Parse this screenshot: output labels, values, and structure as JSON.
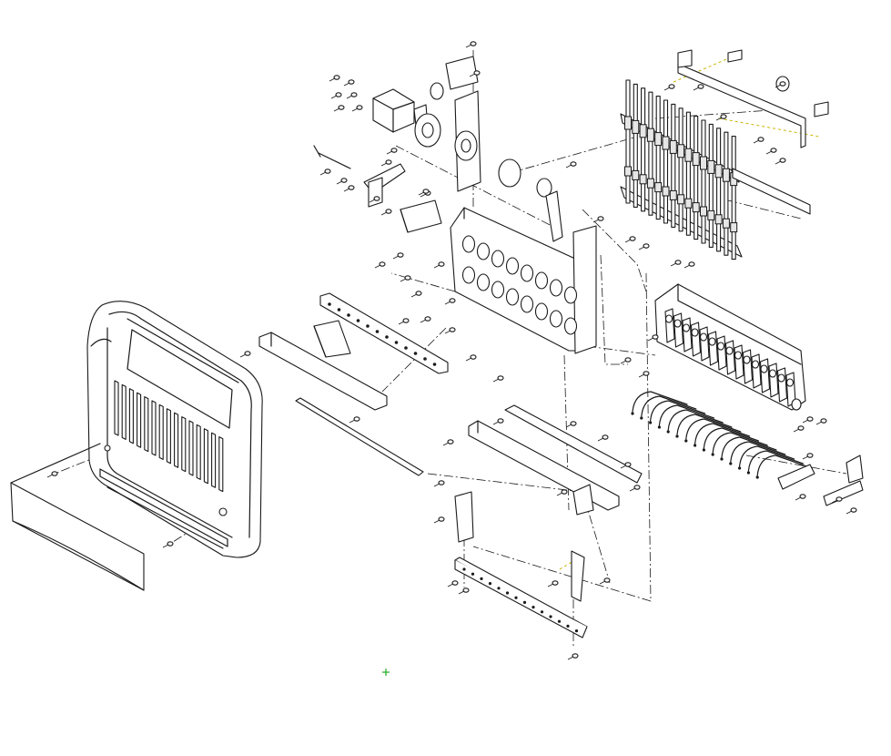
{
  "diagram": {
    "type": "exploded-parts-drawing",
    "colors": {
      "line": "#1a1a1a",
      "marker": "#22aa22",
      "leader_alt": "#c9b400",
      "background": "#ffffff"
    },
    "parts": [
      {
        "id": "front-cover"
      },
      {
        "id": "cover-bottom-panel"
      },
      {
        "id": "stepper-motor"
      },
      {
        "id": "motor-bracket"
      },
      {
        "id": "main-frame-plate"
      },
      {
        "id": "needle-bar-assembly"
      },
      {
        "id": "top-rail-bracket"
      },
      {
        "id": "thread-guide-rail"
      },
      {
        "id": "lower-guide-rail"
      },
      {
        "id": "presser-foot-assembly"
      },
      {
        "id": "thread-tension-unit"
      },
      {
        "id": "thread-clamp-rod"
      },
      {
        "id": "front-guide-plate"
      },
      {
        "id": "bottom-bracket"
      },
      {
        "id": "center-marker"
      }
    ]
  }
}
